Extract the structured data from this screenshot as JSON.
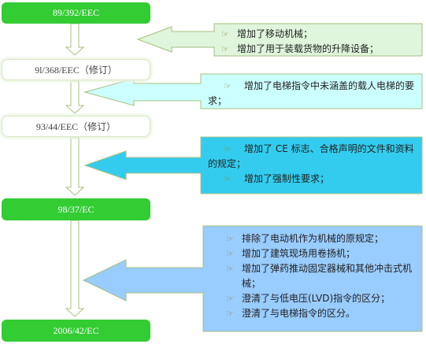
{
  "colors": {
    "green_node": "#33cc33",
    "note1_bg": "#dff5dc",
    "note2_bg": "#ccffff",
    "note3_bg": "#33ccee",
    "note4_bg": "#99ccff",
    "arrow_stroke": "#a5c080"
  },
  "timeline": [
    {
      "label": "89/392/EEC",
      "style": "green"
    },
    {
      "label": "9l/368/EEC（修订）",
      "style": "light"
    },
    {
      "label": "93/44/EEC（修订）",
      "style": "light"
    },
    {
      "label": "98/37/EC",
      "style": "green"
    },
    {
      "label": "2006/42/EC",
      "style": "green"
    }
  ],
  "notes": [
    {
      "items": [
        "增加了移动机械；",
        "增加了用于装载货物的升降设备；"
      ]
    },
    {
      "items": [
        "增加了电梯指令中未涵盖的载人电梯的要求；"
      ]
    },
    {
      "items": [
        "增加了 CE 标志、合格声明的文件和资料的规定；",
        "增加了强制性要求；"
      ]
    },
    {
      "items": [
        "排除了电动机作为机械的原规定；",
        "增加了建筑现场用卷扬机；",
        "增加了弹药推动固定器械和其他冲击式机械；",
        "澄清了与低电压(LVD)指令的区分；",
        "澄清了与电梯指令的区分。"
      ]
    }
  ],
  "icons": {
    "bullet": "hand-pointer-icon"
  }
}
